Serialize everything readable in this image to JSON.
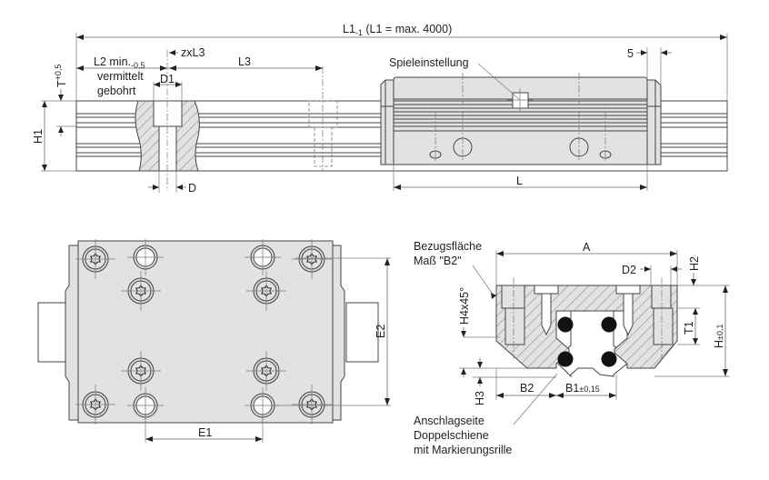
{
  "title": "Linearführung mit Doppelschiene – Maßzeichnung",
  "colors": {
    "line": "#444444",
    "body_fill": "#e2e2e2",
    "ball_fill": "#111111",
    "background": "#ffffff"
  },
  "side_view": {
    "overall_length": {
      "main": "L1",
      "sub": "-1",
      "rest": " (L1 = max. 4000)"
    },
    "l2": {
      "main": "L2 min.",
      "sub": "-0,5"
    },
    "l2_note_line1": "vermittelt",
    "l2_note_line2": "gebohrt",
    "pitch": "zxL3",
    "l3": "L3",
    "d1": "D1",
    "d": "D",
    "t": {
      "main": "T",
      "sup": "+0,5"
    },
    "h1": "H1",
    "play_adjust": "Spieleinstellung",
    "end_offset": "5",
    "carriage_length": "L"
  },
  "top_view": {
    "e1": "E1",
    "e2": "E2"
  },
  "cross_section": {
    "reference_line1": "Bezugsfläche",
    "reference_line2": "Maß \"B2\"",
    "a": "A",
    "d2": "D2",
    "h2": "H2",
    "h4": "H4x45°",
    "t1": "T1",
    "h": {
      "main": "H",
      "tol": "±0,1"
    },
    "h3": "H3",
    "b2": "B2",
    "b1": {
      "main": "B1",
      "tol": "±0,15"
    },
    "stop_line1": "Anschlagseite",
    "stop_line2": "Doppelschiene",
    "stop_line3": "mit Markierungsrille"
  }
}
